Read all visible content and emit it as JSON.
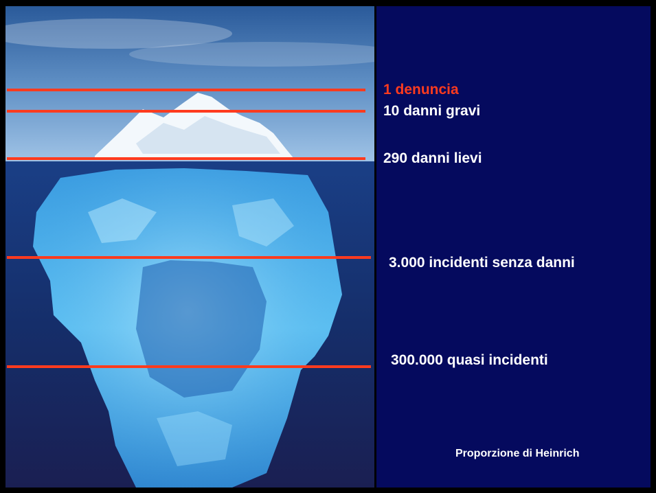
{
  "levels": [
    {
      "label": "1 denuncia",
      "color": "#ff3b1e"
    },
    {
      "label": "10 danni gravi",
      "color": "#ffffff"
    },
    {
      "label": "290 danni lievi",
      "color": "#ffffff"
    },
    {
      "label": "3.000 incidenti senza danni",
      "color": "#ffffff"
    },
    {
      "label": "300.000 quasi incidenti",
      "color": "#ffffff"
    }
  ],
  "caption": "Proporzione di Heinrich",
  "colors": {
    "line": "#ff3b1e",
    "panel": "#050a5e",
    "frame": "#000000"
  }
}
